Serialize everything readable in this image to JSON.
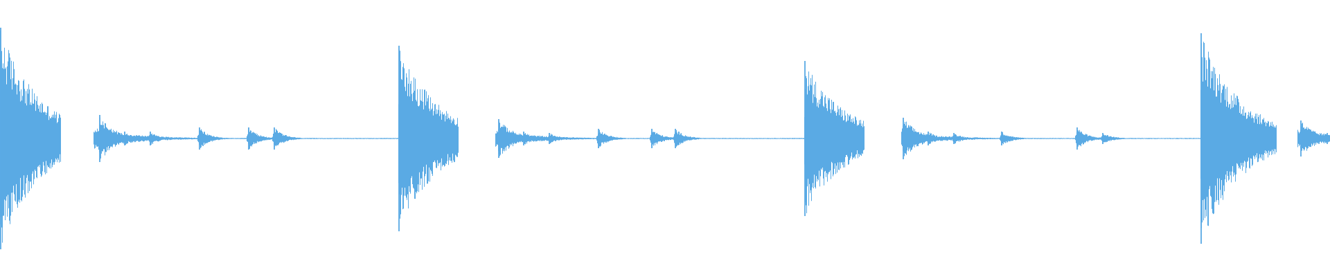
{
  "waveform": {
    "color": "#5aaae4",
    "background": "#ffffff",
    "duration_norm": 1.0,
    "events": [
      {
        "t": 0.0,
        "kind": "kick",
        "peak": 0.8
      },
      {
        "t": 0.075,
        "kind": "hit",
        "peak": 0.17
      },
      {
        "t": 0.094,
        "kind": "ghost",
        "peak": 0.05
      },
      {
        "t": 0.113,
        "kind": "ghost",
        "peak": 0.05
      },
      {
        "t": 0.15,
        "kind": "ghost",
        "peak": 0.08
      },
      {
        "t": 0.187,
        "kind": "ghost",
        "peak": 0.08
      },
      {
        "t": 0.206,
        "kind": "ghost",
        "peak": 0.08
      },
      {
        "t": 0.3,
        "kind": "kick",
        "peak": 0.67
      },
      {
        "t": 0.375,
        "kind": "hit",
        "peak": 0.14
      },
      {
        "t": 0.394,
        "kind": "ghost",
        "peak": 0.05
      },
      {
        "t": 0.413,
        "kind": "ghost",
        "peak": 0.04
      },
      {
        "t": 0.45,
        "kind": "ghost",
        "peak": 0.07
      },
      {
        "t": 0.49,
        "kind": "ghost",
        "peak": 0.07
      },
      {
        "t": 0.508,
        "kind": "ghost",
        "peak": 0.07
      },
      {
        "t": 0.605,
        "kind": "kick",
        "peak": 0.56
      },
      {
        "t": 0.679,
        "kind": "hit",
        "peak": 0.15
      },
      {
        "t": 0.698,
        "kind": "ghost",
        "peak": 0.05
      },
      {
        "t": 0.717,
        "kind": "ghost",
        "peak": 0.04
      },
      {
        "t": 0.753,
        "kind": "ghost",
        "peak": 0.05
      },
      {
        "t": 0.81,
        "kind": "ghost",
        "peak": 0.08
      },
      {
        "t": 0.829,
        "kind": "ghost",
        "peak": 0.04
      },
      {
        "t": 0.903,
        "kind": "kick",
        "peak": 0.76
      },
      {
        "t": 0.978,
        "kind": "hit",
        "peak": 0.13
      },
      {
        "t": 0.998,
        "kind": "ghost",
        "peak": 0.04
      }
    ],
    "baseline_gaps": [
      [
        0.046,
        0.07
      ],
      [
        0.345,
        0.372
      ],
      [
        0.65,
        0.677
      ],
      [
        0.96,
        0.975
      ]
    ]
  }
}
